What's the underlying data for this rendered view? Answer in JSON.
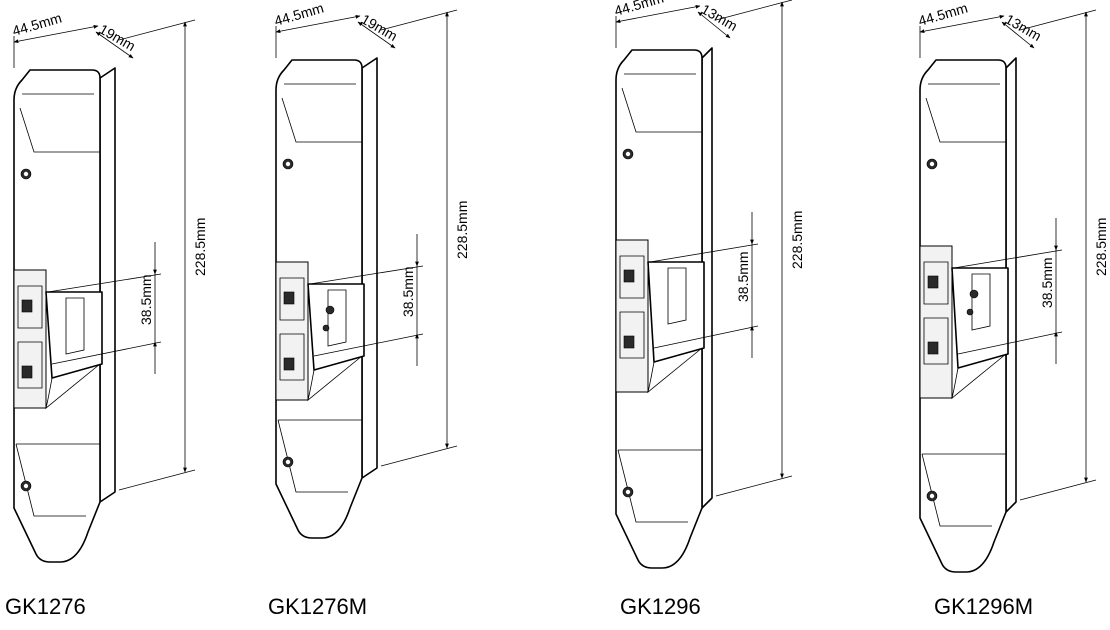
{
  "products": [
    {
      "model": "GK1276",
      "width": "44.5mm",
      "depth": "19mm",
      "height": "228.5mm",
      "strike": "38.5mm",
      "monitor": false
    },
    {
      "model": "GK1276M",
      "width": "44.5mm",
      "depth": "19mm",
      "height": "228.5mm",
      "strike": "38.5mm",
      "monitor": true
    },
    {
      "model": "GK1296",
      "width": "44.5mm",
      "depth": "13mm",
      "height": "228.5mm",
      "strike": "38.5mm",
      "monitor": false
    },
    {
      "model": "GK1296M",
      "width": "44.5mm",
      "depth": "13mm",
      "height": "228.5mm",
      "strike": "38.5mm",
      "monitor": true
    }
  ]
}
